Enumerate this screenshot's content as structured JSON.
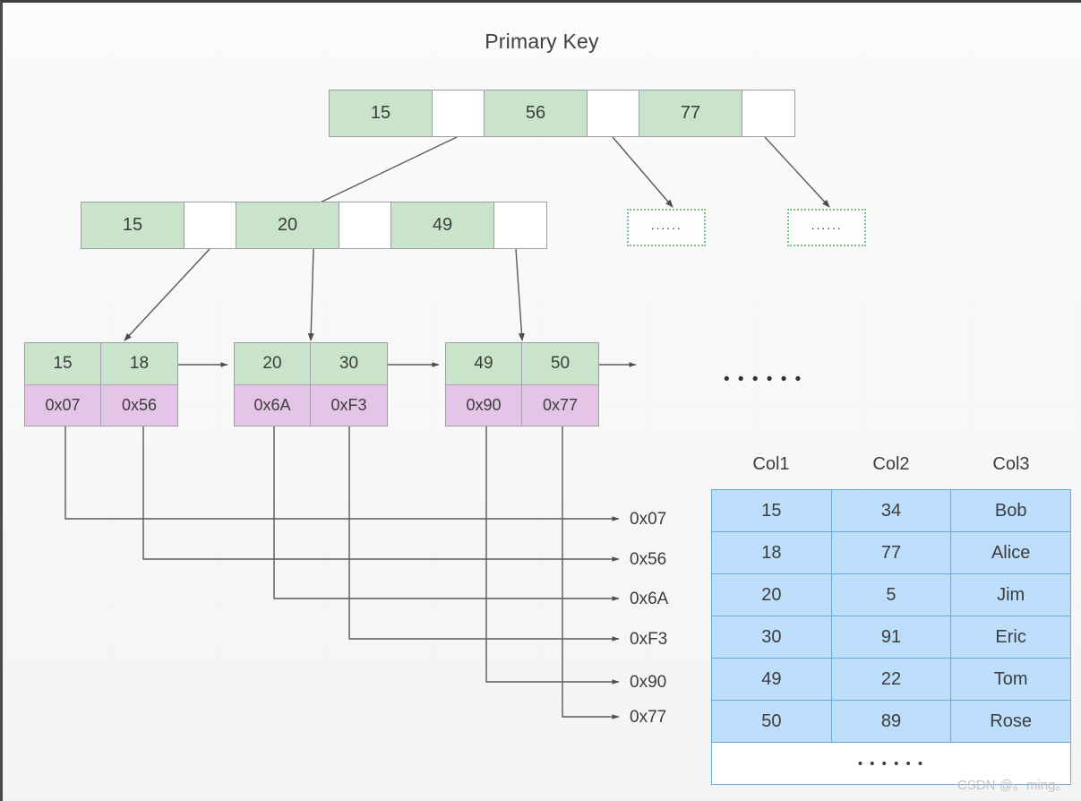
{
  "title": "Primary Key",
  "colors": {
    "key_green": "#c9e4ca",
    "pointer_purple": "#e4c5e8",
    "table_blue": "#bcdefb",
    "table_border_blue": "#6aa9e0",
    "node_border": "#9e9e9e",
    "dotted_green": "#7fc08a",
    "line": "#5a5a5a",
    "text": "#3c3c3c"
  },
  "root_node": {
    "cells": [
      {
        "type": "key",
        "label": "15"
      },
      {
        "type": "ptr",
        "label": ""
      },
      {
        "type": "key",
        "label": "56"
      },
      {
        "type": "ptr",
        "label": ""
      },
      {
        "type": "key",
        "label": "77"
      },
      {
        "type": "ptr",
        "label": ""
      }
    ]
  },
  "internal_node": {
    "cells": [
      {
        "type": "key",
        "label": "15"
      },
      {
        "type": "ptr",
        "label": ""
      },
      {
        "type": "key",
        "label": "20"
      },
      {
        "type": "ptr",
        "label": ""
      },
      {
        "type": "key",
        "label": "49"
      },
      {
        "type": "ptr",
        "label": ""
      }
    ]
  },
  "placeholder_nodes": [
    {
      "label": "······"
    },
    {
      "label": "······"
    }
  ],
  "leaf_nodes": [
    {
      "keys": [
        "15",
        "18"
      ],
      "pointers": [
        "0x07",
        "0x56"
      ]
    },
    {
      "keys": [
        "20",
        "30"
      ],
      "pointers": [
        "0x6A",
        "0xF3"
      ]
    },
    {
      "keys": [
        "49",
        "50"
      ],
      "pointers": [
        "0x90",
        "0x77"
      ]
    }
  ],
  "mid_ellipsis": "• • • • • •",
  "address_labels": [
    {
      "text": "0x07"
    },
    {
      "text": "0x56"
    },
    {
      "text": "0x6A"
    },
    {
      "text": "0xF3"
    },
    {
      "text": "0x90"
    },
    {
      "text": "0x77"
    }
  ],
  "data_table": {
    "headers": [
      "Col1",
      "Col2",
      "Col3"
    ],
    "rows": [
      [
        "15",
        "34",
        "Bob"
      ],
      [
        "18",
        "77",
        "Alice"
      ],
      [
        "20",
        "5",
        "Jim"
      ],
      [
        "30",
        "91",
        "Eric"
      ],
      [
        "49",
        "22",
        "Tom"
      ],
      [
        "50",
        "89",
        "Rose"
      ]
    ],
    "more_label": "• • • • • •"
  },
  "watermark": "CSDN @。ming。"
}
